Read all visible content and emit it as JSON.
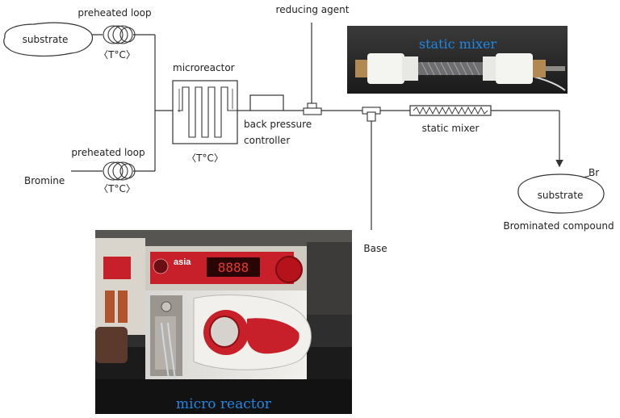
{
  "labels": {
    "substrate_in": "substrate",
    "preheated_loop_top": "preheated loop",
    "temp_top": "〈T°C〉",
    "microreactor": "microreactor",
    "temp_reactor": "〈T°C〉",
    "preheated_loop_bottom": "preheated loop",
    "temp_bottom": "〈T°C〉",
    "bromine": "Bromine",
    "reducing_agent": "reducing agent",
    "back_pressure_1": "back pressure",
    "back_pressure_2": "controller",
    "static_mixer": "static mixer",
    "base": "Base",
    "br": "Br",
    "substrate_out": "substrate",
    "brominated": "Brominated compound"
  },
  "photos": {
    "static_mixer_caption": "static mixer",
    "micro_reactor_caption": "micro reactor",
    "device_brand": "asia",
    "device_display": "8888"
  },
  "colors": {
    "line": "#333333",
    "caption": "#1e88e5",
    "device_red": "#c8202a",
    "display_red": "#e53935"
  }
}
